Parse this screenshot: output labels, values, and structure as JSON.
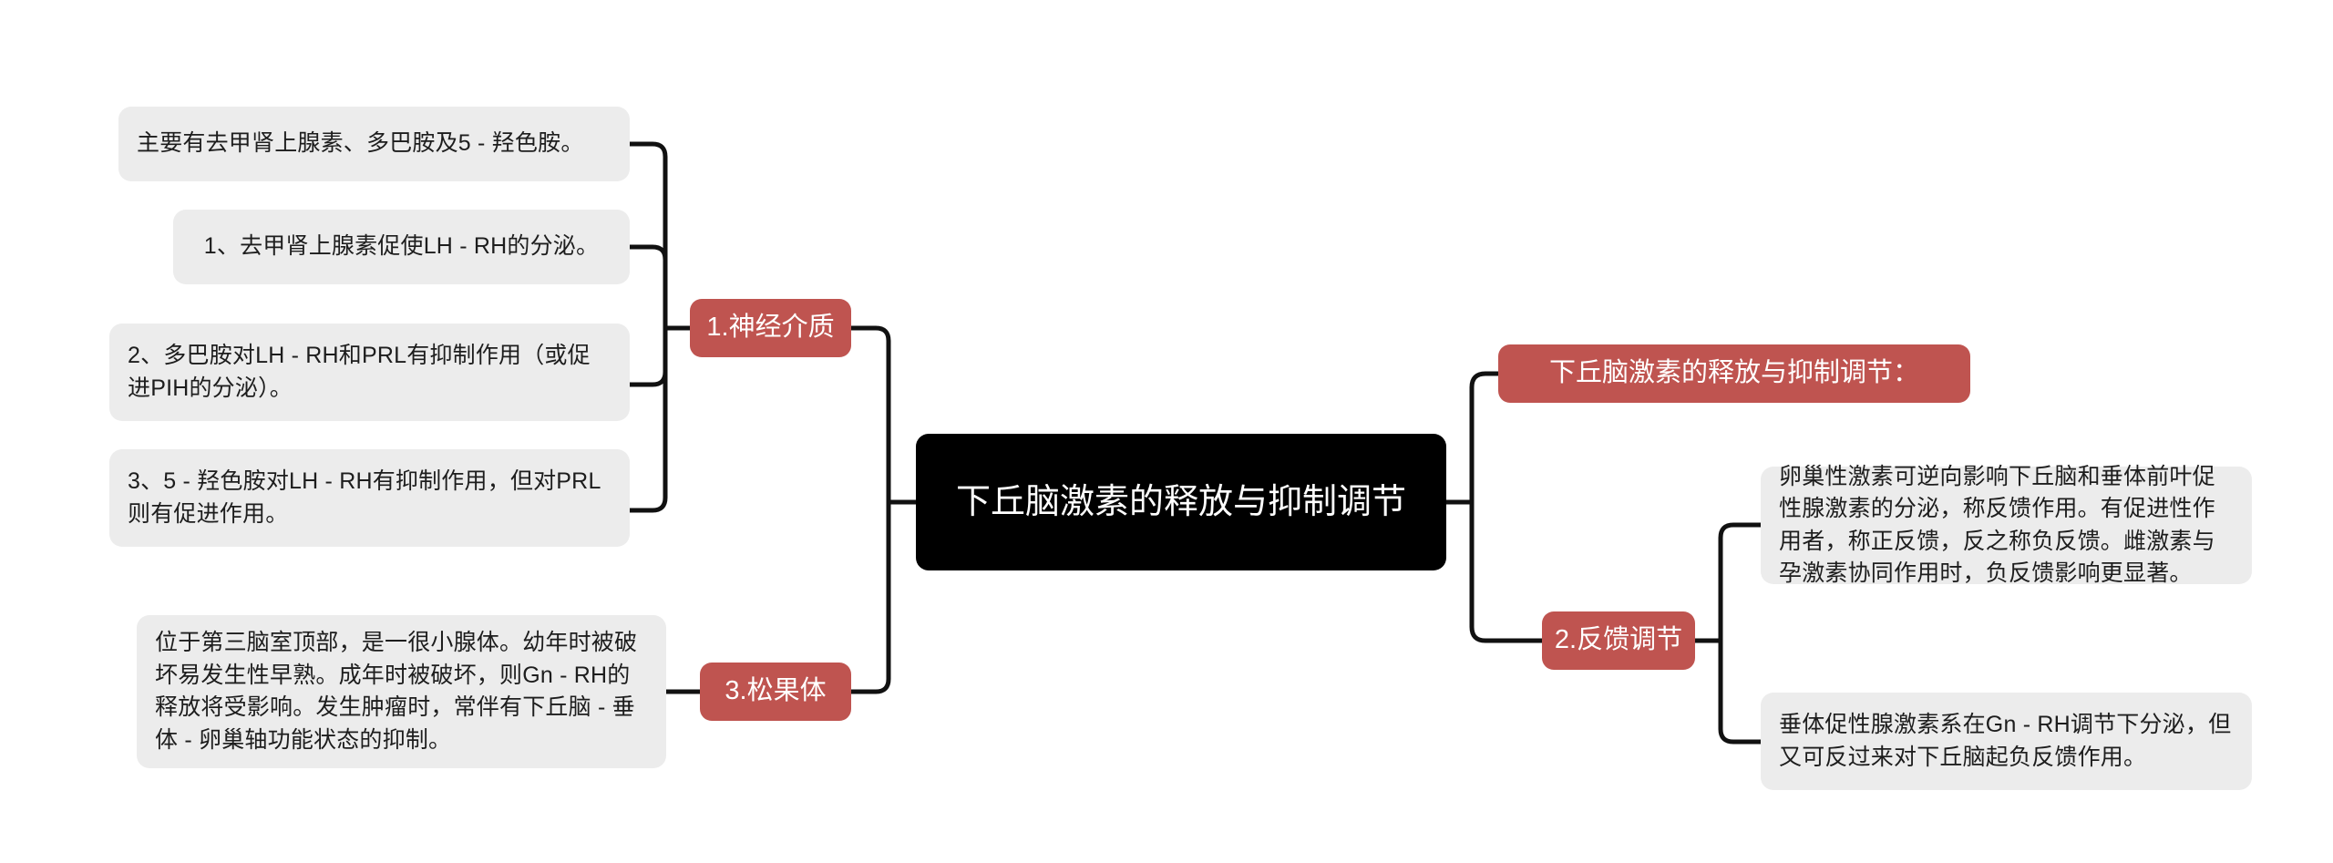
{
  "diagram": {
    "type": "mind-map",
    "orientation": "horizontal-bidirectional",
    "colors": {
      "root_bg": "#000000",
      "root_text": "#ffffff",
      "branch_bg": "#bf5450",
      "branch_text": "#ffffff",
      "leaf_bg": "#ececec",
      "leaf_text": "#1d1d1d",
      "connector": "#111111",
      "page_bg": "#ffffff"
    }
  },
  "root": {
    "label": "下丘脑激素的释放与抑制调节"
  },
  "left_branches": [
    {
      "label": "1.神经介质",
      "children": [
        {
          "label": "主要有去甲肾上腺素、多巴胺及5 - 羟色胺。"
        },
        {
          "label": "1、去甲肾上腺素促使LH - RH的分泌。"
        },
        {
          "label": "2、多巴胺对LH - RH和PRL有抑制作用（或促进PIH的分泌）。"
        },
        {
          "label": "3、5 - 羟色胺对LH - RH有抑制作用，但对PRL则有促进作用。"
        }
      ]
    },
    {
      "label": "3.松果体",
      "children": [
        {
          "label": "位于第三脑室顶部，是一很小腺体。幼年时被破坏易发生性早熟。成年时被破坏，则Gn - RH的释放将受影响。发生肿瘤时，常伴有下丘脑 - 垂体 - 卵巢轴功能状态的抑制。"
        }
      ]
    }
  ],
  "right_branches": [
    {
      "label": "下丘脑激素的释放与抑制调节：",
      "children": []
    },
    {
      "label": "2.反馈调节",
      "children": [
        {
          "label": "卵巢性激素可逆向影响下丘脑和垂体前叶促性腺激素的分泌，称反馈作用。有促进性作用者，称正反馈，反之称负反馈。雌激素与孕激素协同作用时，负反馈影响更显著。"
        },
        {
          "label": "垂体促性腺激素系在Gn - RH调节下分泌，但又可反过来对下丘脑起负反馈作用。"
        }
      ]
    }
  ]
}
